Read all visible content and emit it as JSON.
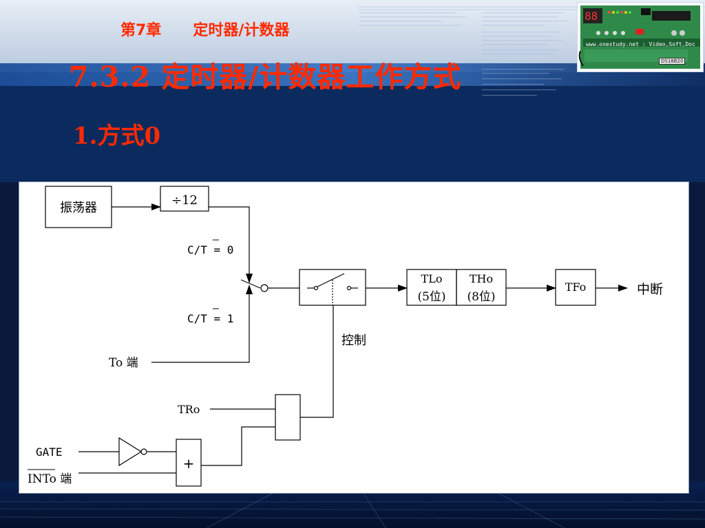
{
  "slide": {
    "chapter_number": "第7章",
    "chapter_name": "定时器/计数器",
    "title": "7.3.2 定时器/计数器工作方式",
    "subtitle": "1.方式0"
  },
  "thumbnail": {
    "url_text": "www.onestudy.net : Video,Soft,Doc",
    "chip_label": "DS18B20"
  },
  "diagram": {
    "oscillator": "振荡器",
    "divider": "÷12",
    "ct0_label": "C/T = 0",
    "ct1_label": "C/T = 1",
    "t0_pin": "To 端",
    "control_label": "控制",
    "tl0_name": "TLo",
    "tl0_bits": "(5位)",
    "th0_name": "THo",
    "th0_bits": "(8位)",
    "tf0": "TFo",
    "interrupt": "中断",
    "tr0": "TRo",
    "gate": "GATE",
    "int0": "INTo 端",
    "or_symbol": "+"
  },
  "colors": {
    "title_red": "#ff2a00",
    "background_navy": "#0a1a3c",
    "panel_white": "#ffffff"
  }
}
